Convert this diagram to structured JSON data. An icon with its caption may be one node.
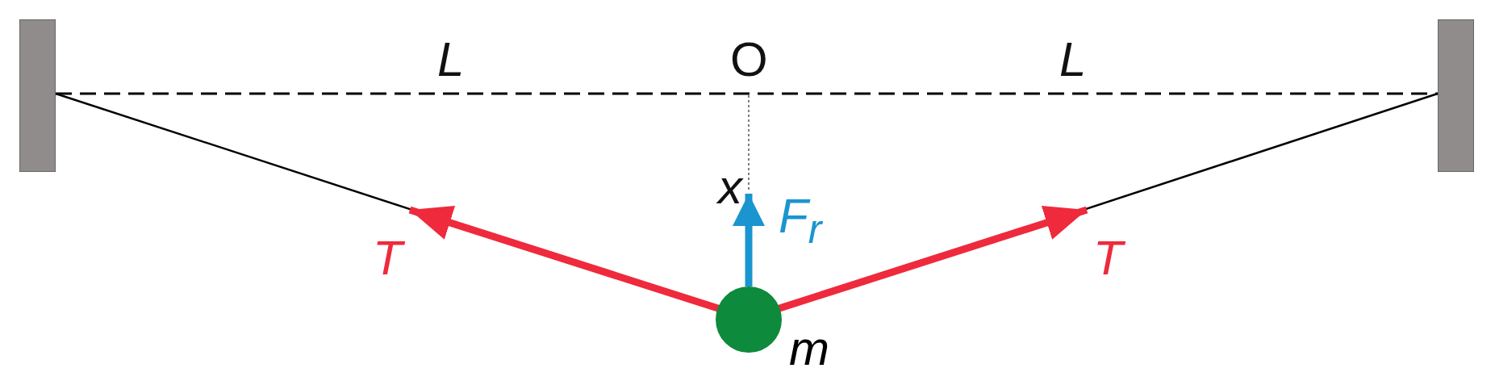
{
  "diagram": {
    "nodes": [
      {
        "text": [],
        "shape": "bar"
      },
      {
        "text": [],
        "shape": "bar"
      },
      {
        "text": [],
        "shape": "circle",
        "beside": [
          "m"
        ]
      }
    ],
    "edges": [
      {
        "from": 0,
        "to": 1,
        "arrow": "none",
        "style": "dashed"
      },
      {
        "from": 0,
        "to": 2,
        "arrow": "none"
      },
      {
        "from": 1,
        "to": 2,
        "arrow": "none"
      }
    ],
    "labels": [
      "L",
      "O",
      "L",
      "x",
      "T",
      "F$_{r}$",
      "T"
    ]
  }
}
